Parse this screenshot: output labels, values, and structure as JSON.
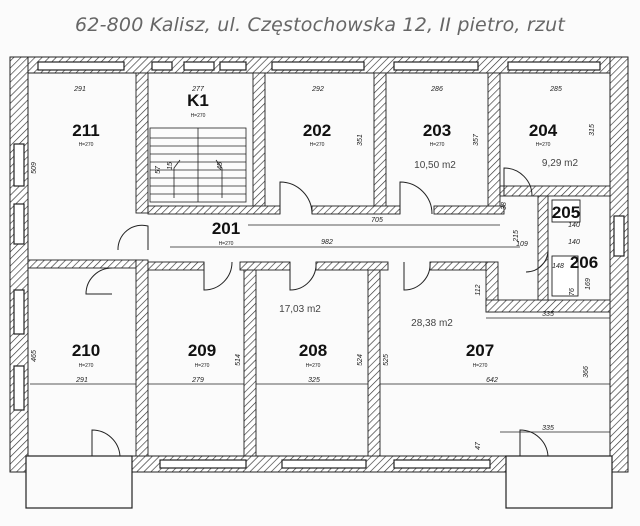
{
  "title": "62-800 Kalisz, ul. Częstochowska 12, II pietro, rzut",
  "rooms": [
    {
      "id": "211",
      "height": "H=270"
    },
    {
      "id": "K1",
      "height": "H=270"
    },
    {
      "id": "202",
      "height": "H=270"
    },
    {
      "id": "203",
      "height": "H=270"
    },
    {
      "id": "204",
      "height": "H=270"
    },
    {
      "id": "201",
      "height": "H=270"
    },
    {
      "id": "205",
      "height": ""
    },
    {
      "id": "206",
      "height": ""
    },
    {
      "id": "210",
      "height": "H=270"
    },
    {
      "id": "209",
      "height": "H=270"
    },
    {
      "id": "208",
      "height": "H=270"
    },
    {
      "id": "207",
      "height": "H=270"
    }
  ],
  "areas": {
    "a203": "10,50 m2",
    "a204": "9,29 m2",
    "a208": "17,03 m2",
    "a207": "28,38 m2"
  },
  "dimensions": [
    "291",
    "277",
    "292",
    "286",
    "285",
    "509",
    "351",
    "357",
    "315",
    "705",
    "982",
    "38",
    "215",
    "109",
    "140",
    "140",
    "148",
    "76",
    "169",
    "112",
    "335",
    "465",
    "514",
    "524",
    "525",
    "366",
    "291",
    "279",
    "325",
    "642",
    "47",
    "335",
    "57",
    "15",
    "45"
  ]
}
